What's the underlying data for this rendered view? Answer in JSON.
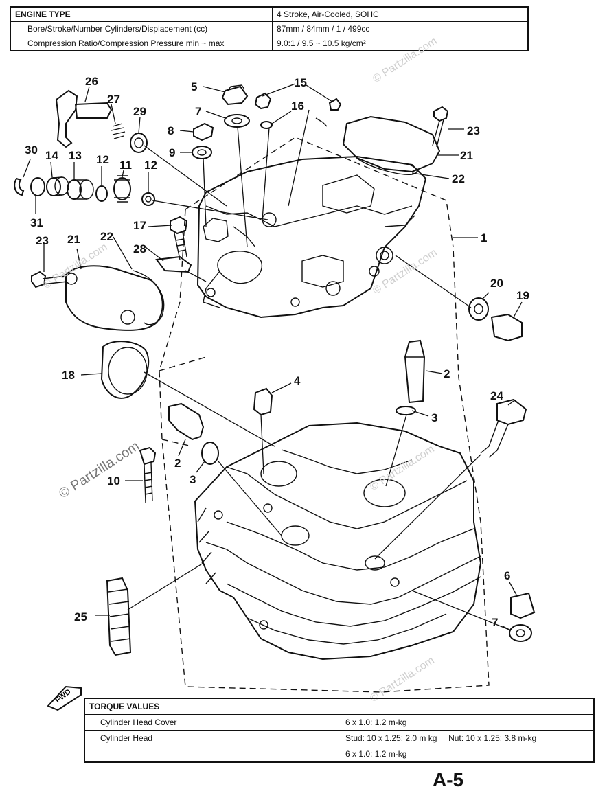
{
  "spec_table": {
    "rows": [
      {
        "label": "ENGINE TYPE",
        "value": "4 Stroke, Air-Cooled, SOHC"
      },
      {
        "label": "Bore/Stroke/Number Cylinders/Displacement (cc)",
        "value": "87mm / 84mm / 1 / 499cc"
      },
      {
        "label": "Compression Ratio/Compression Pressure min ~ max",
        "value": "9.0:1 / 9.5 ~ 10.5 kg/cm²"
      }
    ]
  },
  "torque_table": {
    "title": "TORQUE VALUES",
    "rows": [
      {
        "label": "Cylinder Head Cover",
        "value": "6 x 1.0: 1.2 m-kg"
      },
      {
        "label": "Cylinder Head",
        "value": "Stud: 10 x 1.25: 2.0 m kg     Nut: 10 x 1.25: 3.8 m-kg"
      },
      {
        "label": "",
        "value": "6 x 1.0: 1.2 m-kg"
      }
    ]
  },
  "fwd_label": "FWD",
  "page_number": "A-5",
  "watermark": "© Partzilla.com",
  "callouts": {
    "c1": "1",
    "c2a": "2",
    "c2b": "2",
    "c3a": "3",
    "c3b": "3",
    "c4": "4",
    "c5": "5",
    "c6": "6",
    "c7a": "7",
    "c7b": "7",
    "c8": "8",
    "c9": "9",
    "c10": "10",
    "c11": "11",
    "c12a": "12",
    "c12b": "12",
    "c13": "13",
    "c14": "14",
    "c15": "15",
    "c16": "16",
    "c17": "17",
    "c18": "18",
    "c19": "19",
    "c20": "20",
    "c21a": "21",
    "c21b": "21",
    "c22a": "22",
    "c22b": "22",
    "c23a": "23",
    "c23b": "23",
    "c24": "24",
    "c25": "25",
    "c26": "26",
    "c27": "27",
    "c28": "28",
    "c29": "29",
    "c30": "30",
    "c31": "31"
  }
}
